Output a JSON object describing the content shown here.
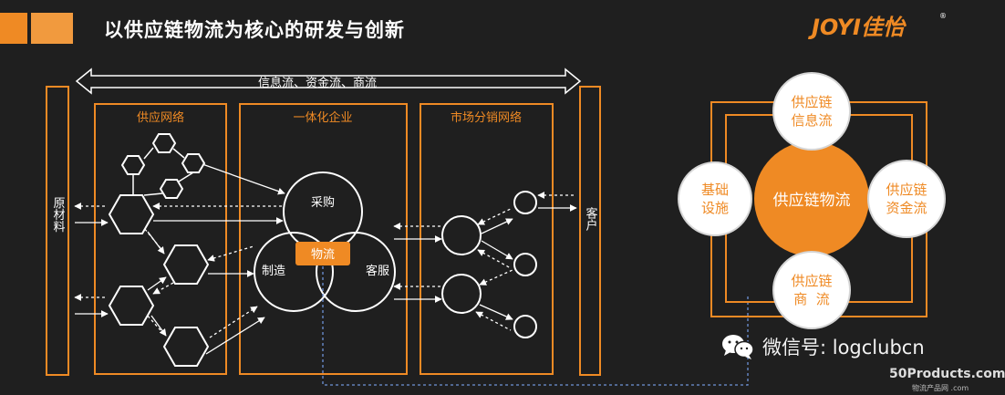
{
  "header": {
    "title": "以供应链物流为核心的研发与创新",
    "logo_text": "JOYI佳怡",
    "logo_mark": "®"
  },
  "colors": {
    "background": "#1f1f1f",
    "orange": "#ef8a24",
    "line": "#ffffff",
    "center_circle": "#f08a24",
    "outer_circle": "#ffffff",
    "outer_circle_text": "#ef8a24"
  },
  "flow": {
    "top_arrow_label": "信息流、资金流、商流",
    "raw_material": "原材料",
    "customer": "客户",
    "panels": {
      "supply_network": "供应网络",
      "integrated_enterprise": "一体化企业",
      "distribution_network": "市场分销网络"
    },
    "venn": {
      "procurement": "采购",
      "manufacturing": "制造",
      "customer_service": "客服",
      "logistics": "物流"
    }
  },
  "hub": {
    "center": "供应链物流",
    "top": [
      "供应链",
      "信息流"
    ],
    "left": [
      "基础",
      "设施"
    ],
    "right": [
      "供应链",
      "资金流"
    ],
    "bottom": [
      "供应链",
      "商  流"
    ]
  },
  "watermark": {
    "text": "微信号: logclubcn",
    "icon": "wechat-icon",
    "site": "50Products.com",
    "site_sub": "物流产品网 .com"
  }
}
